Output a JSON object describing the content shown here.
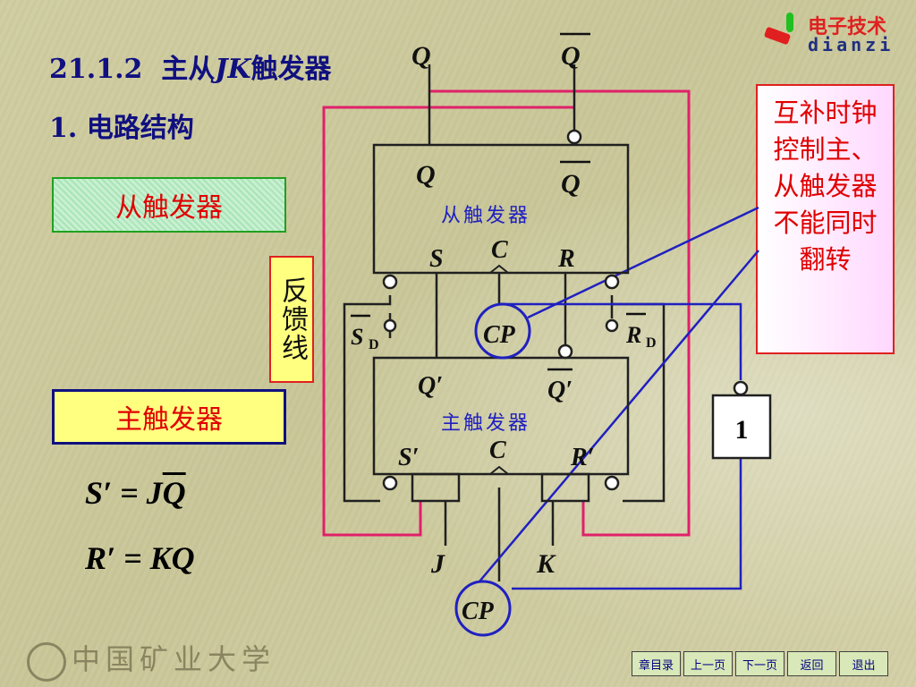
{
  "header": {
    "section_number": "21.1.2",
    "title_prefix": "主从",
    "title_italic": "JK",
    "title_suffix": "触发器",
    "subtitle": "1. 电路结构"
  },
  "labels": {
    "slave_trigger": "从触发器",
    "master_trigger": "主触发器",
    "feedback": "反馈线",
    "note": "互补时钟控制主、从触发器不能同时翻转"
  },
  "equations": {
    "s_lhs": "S′ = J",
    "s_rhs_bar": "Q",
    "r": "R′ = KQ"
  },
  "diagram": {
    "out_q": "Q",
    "out_qbar": "Q",
    "slave_q": "Q",
    "slave_qbar": "Q",
    "slave_name": "从触发器",
    "slave_s": "S",
    "slave_c": "C",
    "slave_r": "R",
    "sd": "S",
    "sd_sub": "D",
    "rd": "R",
    "rd_sub": "D",
    "cp_mid": "CP",
    "master_q": "Q′",
    "master_qbar": "Q′",
    "master_name": "主触发器",
    "master_s": "S′",
    "master_c": "C",
    "master_r": "R′",
    "inverter": "1",
    "input_j": "J",
    "input_k": "K",
    "cp_bottom": "CP"
  },
  "logo": {
    "cn": "电子技术",
    "en": "dianzi"
  },
  "footer": {
    "university": "中国矿业大学"
  },
  "nav": {
    "chapter": "章目录",
    "prev": "上一页",
    "next": "下一页",
    "back": "返回",
    "exit": "退出"
  },
  "colors": {
    "title": "#101080",
    "label_red": "#e00000",
    "wire_pink": "#e0206a",
    "wire_blue": "#2020c0"
  }
}
